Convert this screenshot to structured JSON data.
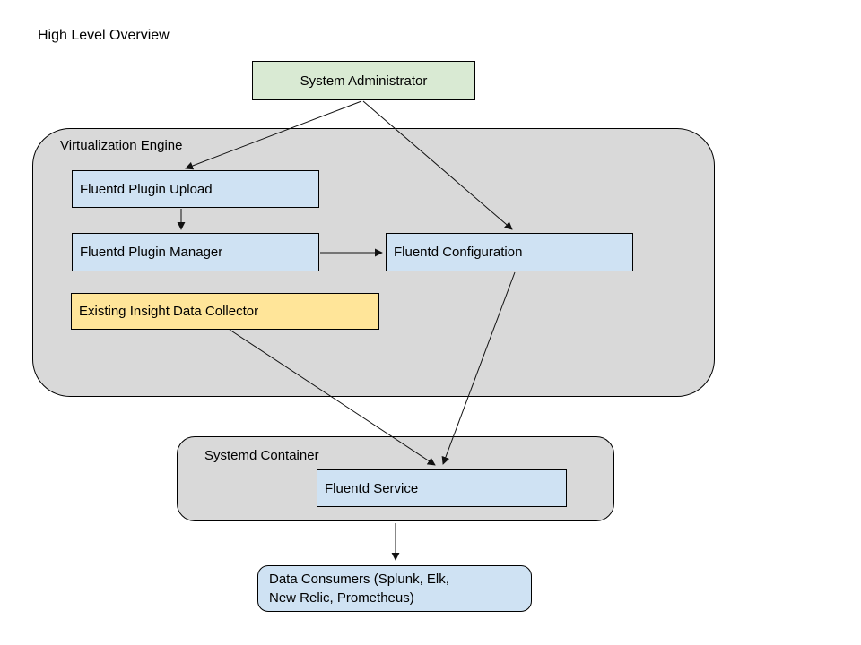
{
  "page": {
    "title": "High Level Overview"
  },
  "colors": {
    "background": "#ffffff",
    "container_fill": "#d9d9d9",
    "actor_fill_green": "#d9ead3",
    "component_fill_blue": "#cfe2f3",
    "legacy_fill_yellow": "#ffe599",
    "border": "#000000",
    "arrow": "#111111",
    "text": "#000000"
  },
  "containers": {
    "virtualization_engine": {
      "label": "Virtualization Engine"
    },
    "systemd_container": {
      "label": "Systemd Container"
    }
  },
  "nodes": {
    "system_administrator": {
      "label": "System Administrator"
    },
    "fluentd_plugin_upload": {
      "label": "Fluentd Plugin Upload"
    },
    "fluentd_plugin_manager": {
      "label": "Fluentd Plugin Manager"
    },
    "fluentd_configuration": {
      "label": "Fluentd Configuration"
    },
    "existing_insight_data_collector": {
      "label": "Existing Insight Data Collector"
    },
    "fluentd_service": {
      "label": "Fluentd Service"
    },
    "data_consumers": {
      "label_line1": "Data Consumers (Splunk, Elk,",
      "label_line2": "New Relic, Prometheus)"
    }
  },
  "edges": [
    {
      "from": "system_administrator",
      "to": "fluentd_plugin_upload"
    },
    {
      "from": "system_administrator",
      "to": "fluentd_configuration"
    },
    {
      "from": "fluentd_plugin_upload",
      "to": "fluentd_plugin_manager"
    },
    {
      "from": "fluentd_plugin_manager",
      "to": "fluentd_configuration"
    },
    {
      "from": "existing_insight_data_collector",
      "to": "fluentd_service"
    },
    {
      "from": "fluentd_configuration",
      "to": "fluentd_service"
    },
    {
      "from": "fluentd_service",
      "to": "data_consumers"
    }
  ]
}
